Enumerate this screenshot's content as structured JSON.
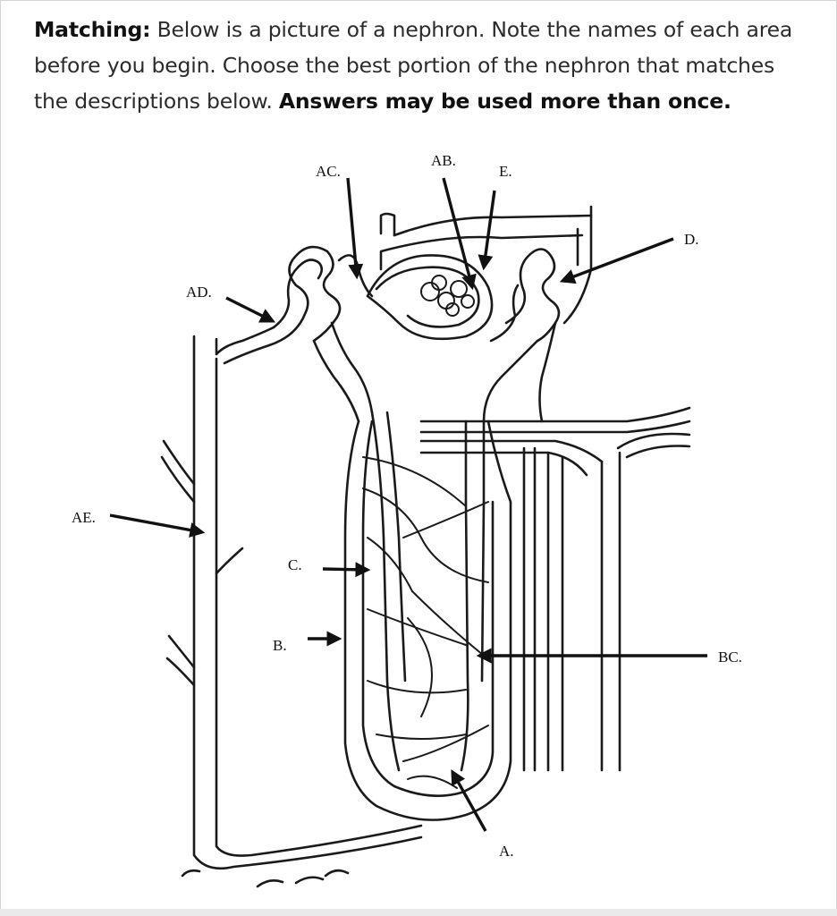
{
  "instructions": {
    "heading": "Matching:",
    "body": " Below is a picture of a nephron.  Note the names of each area before you begin.  Choose the best portion of the nephron that matches the descriptions below. ",
    "emphasis": "Answers may be used more than once."
  },
  "labels": {
    "ab": "AB.",
    "ac": "AC.",
    "e": "E.",
    "d": "D.",
    "ad": "AD.",
    "ae": "AE.",
    "c": "C.",
    "b": "B.",
    "bc": "BC.",
    "a": "A."
  }
}
